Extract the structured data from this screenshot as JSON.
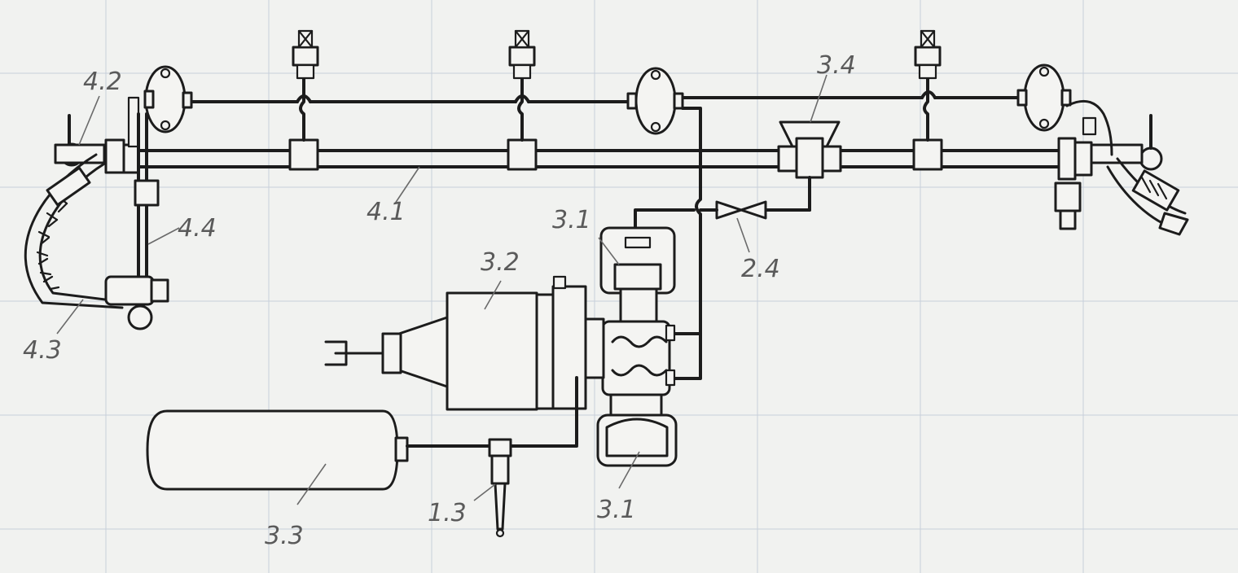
{
  "labels": {
    "l42": "4.2",
    "l44": "4.4",
    "l43": "4.3",
    "l41": "4.1",
    "l31a": "3.1",
    "l32": "3.2",
    "l34": "3.4",
    "l24": "2.4",
    "l33": "3.3",
    "l13": "1.3",
    "l31b": "3.1"
  }
}
